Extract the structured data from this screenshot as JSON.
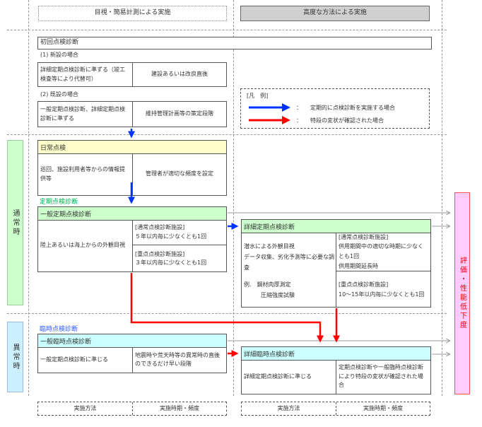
{
  "headers": {
    "left": "目視・簡易計測による実施",
    "right": "高度な方法による実施"
  },
  "side": {
    "normal": "通常時",
    "abnormal": "異常時",
    "result": "評価・性能低下度"
  },
  "initial": {
    "title": "初回点検診断",
    "new_label": "(1) 新設の場合",
    "new_method": "詳細定期点検診断に準ずる（竣工検査等により代替可）",
    "new_timing": "建設あるいは改良直後",
    "existing_label": "(2) 既設の場合",
    "existing_method": "一般定期点検診断、詳細定期点検診断に準ずる",
    "existing_timing": "維持管理計画等の策定段階"
  },
  "legend": {
    "title": "[凡　例]",
    "blue": "定期的に点検診断を実施する場合",
    "red": "特段の変状が確認された場合",
    "sep": "：",
    "blue_color": "#0033ff",
    "red_color": "#ff0000"
  },
  "daily": {
    "title": "日常点検",
    "method": "巡回、施設利用者等からの情報提供等",
    "timing": "管理者が適切な頻度を設定"
  },
  "periodic": {
    "label": "定期点検診断",
    "general": {
      "title": "一般定期点検診断",
      "method": "陸上あるいは海上からの外観目視",
      "normal": "[通常点検診断施設]\n５年以内毎に少なくとも1回",
      "priority": "[重点点検診断施設]\n３年以内毎に少なくとも1回"
    },
    "detailed": {
      "title": "詳細定期点検診断",
      "method": "潜水による外観目視\nデータ収集、劣化予測等に必要な調査",
      "example": "例.　鋼材肉厚測定\n　　　圧縮強度試験",
      "normal": "[通常点検診断施設]\n供用期間中の適切な時期に少なくとも1回\n供用期間延長時",
      "priority": "[重点点検診断施設]\n10～15年以内毎に少なくとも1回"
    }
  },
  "temporary": {
    "label": "臨時点検診断",
    "general": {
      "title": "一般臨時点検診断",
      "method": "一般定期点検診断に準じる",
      "timing": "地震時や荒天時等の異常時の直後のできるだけ早い段階"
    },
    "detailed": {
      "title": "詳細臨時点検診断",
      "method": "詳細定期点検診断に準じる",
      "timing": "定期点検診断や一般臨時点検診断により特段の変状が確認された場合"
    }
  },
  "footer": {
    "method": "実施方法",
    "timing": "実施時期・頻度"
  }
}
